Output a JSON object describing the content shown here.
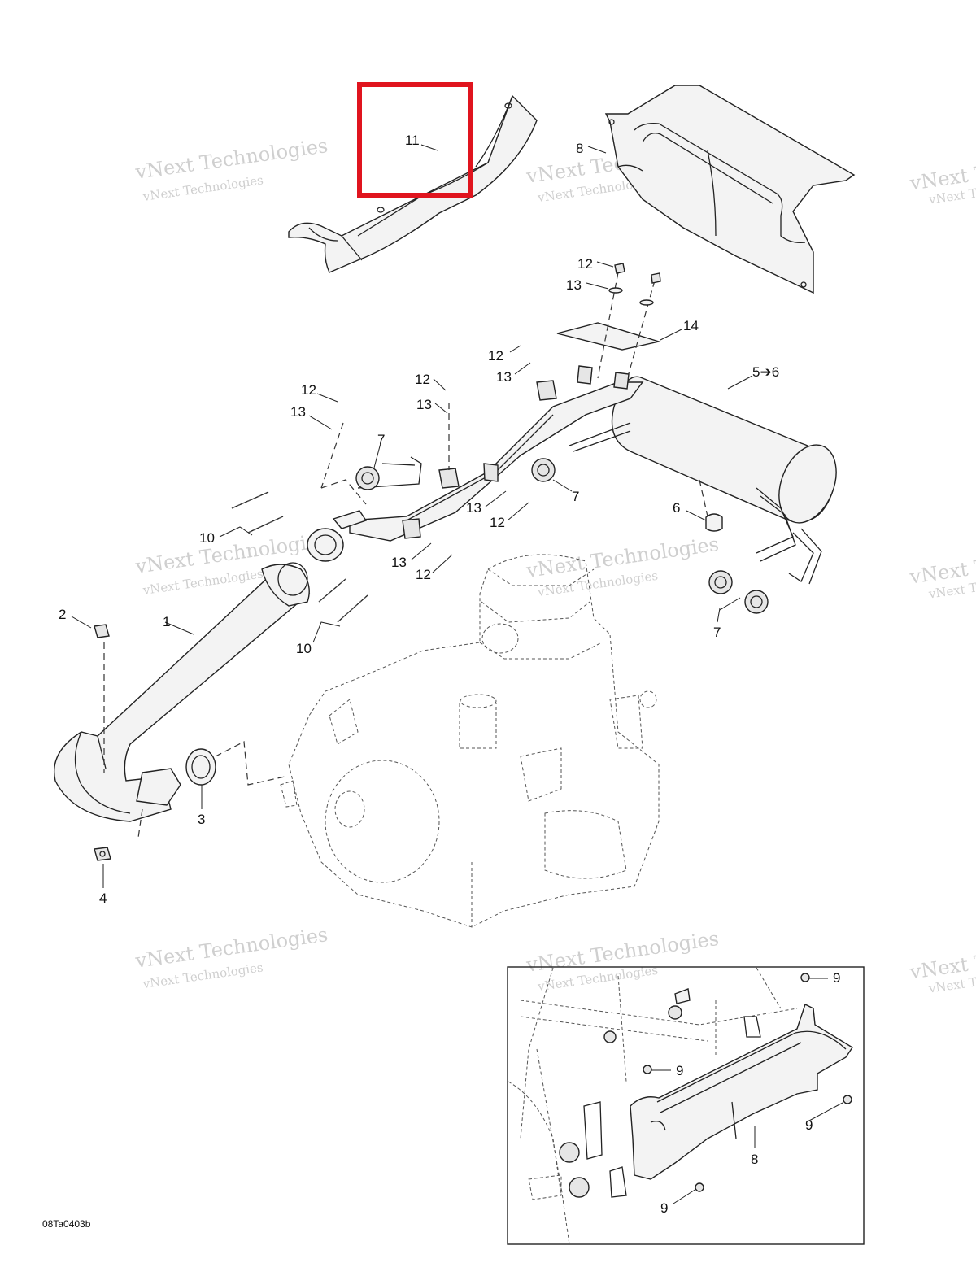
{
  "diagram": {
    "reference_code": "08Ta0403b",
    "watermark_text": "vNext Technologies",
    "highlight_color": "#e0141e",
    "highlighted_part": "11",
    "callouts": {
      "c1": "1",
      "c2": "2",
      "c3": "3",
      "c4": "4",
      "c5_6": "5➔6",
      "c6": "6",
      "c7a": "7",
      "c7b": "7",
      "c7c": "7",
      "c8": "8",
      "c8b": "8",
      "c9a": "9",
      "c9b": "9",
      "c9c": "9",
      "c9d": "9",
      "c10a": "10",
      "c10b": "10",
      "c11": "11",
      "c12a": "12",
      "c12b": "12",
      "c12c": "12",
      "c12d": "12",
      "c12e": "12",
      "c12f": "12",
      "c13a": "13",
      "c13b": "13",
      "c13c": "13",
      "c13d": "13",
      "c13e": "13",
      "c13f": "13",
      "c14": "14"
    }
  }
}
